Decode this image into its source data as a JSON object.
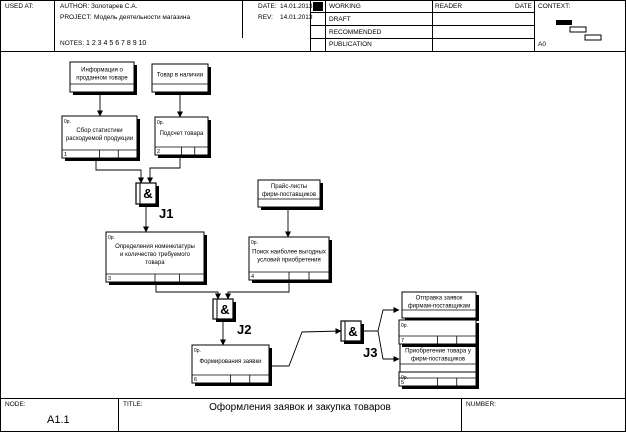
{
  "header": {
    "used_at_label": "USED AT:",
    "author_label": "AUTHOR:",
    "author": "Золотарев С.А.",
    "project_label": "PROJECT:",
    "project": "Модель деятельности магазина",
    "date_label": "DATE:",
    "date": "14.01.2013",
    "rev_label": "REV:",
    "rev": "14.01.2013",
    "notes_label": "NOTES:",
    "notes": "1 2 3 4 5 6 7 8 9 10",
    "status": [
      "WORKING",
      "DRAFT",
      "RECOMMENDED",
      "PUBLICATION"
    ],
    "reader_label": "READER",
    "reader_date_label": "DATE",
    "context_label": "CONTEXT:",
    "context_node": "A0"
  },
  "diagram": {
    "docs": [
      {
        "id": "doc-sales-info",
        "lines": [
          "Информация о",
          "проданном товаре"
        ]
      },
      {
        "id": "doc-stock",
        "lines": [
          "Товар в наличии"
        ]
      },
      {
        "id": "doc-price-lists",
        "lines": [
          "Прайс-листы",
          "фирм-поставщиков"
        ]
      },
      {
        "id": "doc-send-orders",
        "lines": [
          "Отправка заявок",
          "фирмам-поставщикам"
        ]
      },
      {
        "id": "doc-buy-goods",
        "lines": [
          "Приобретение товара у",
          "фирм-поставщиков"
        ]
      }
    ],
    "activities": [
      {
        "id": "act-1",
        "tag": "0р.",
        "number": "1",
        "lines": [
          "Сбор статистики",
          "расходуемой продукции"
        ]
      },
      {
        "id": "act-2",
        "tag": "0р.",
        "number": "2",
        "lines": [
          "Подсчет товара"
        ]
      },
      {
        "id": "act-3",
        "tag": "0р.",
        "number": "3",
        "lines": [
          "Определения номенклатуры",
          "и количество требуемого",
          "товара"
        ]
      },
      {
        "id": "act-4",
        "tag": "0р.",
        "number": "4",
        "lines": [
          "Поиск наиболее выгодных",
          "условий приобретения"
        ]
      },
      {
        "id": "act-6",
        "tag": "0р.",
        "number": "6",
        "lines": [
          "Формирования заявки"
        ]
      },
      {
        "id": "act-7",
        "tag": "0р.",
        "number": "7",
        "lines": []
      },
      {
        "id": "act-5",
        "tag": "0р.",
        "number": "5",
        "lines": []
      }
    ],
    "junctions": [
      {
        "id": "j1",
        "symbol": "&",
        "label": "J1"
      },
      {
        "id": "j2",
        "symbol": "&",
        "label": "J2"
      },
      {
        "id": "j3",
        "symbol": "&",
        "label": "J3"
      }
    ]
  },
  "footer": {
    "node_label": "NODE:",
    "node": "A1.1",
    "title_label": "TITLE:",
    "title": "Оформления заявок и закупка товаров",
    "number_label": "NUMBER:"
  }
}
